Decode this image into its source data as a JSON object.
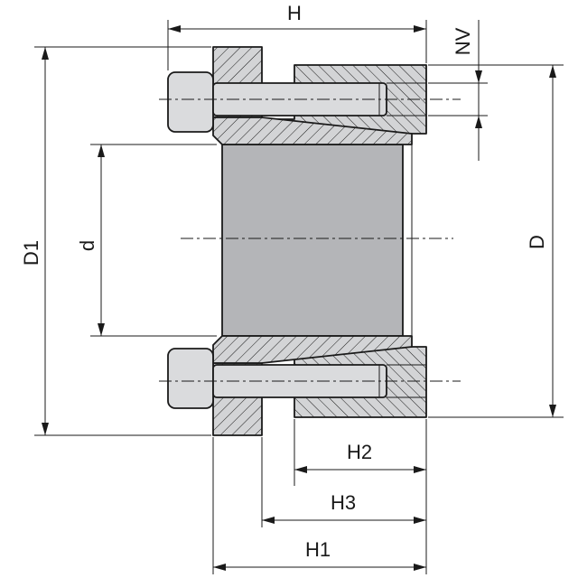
{
  "drawing": {
    "dimensions": {
      "h": "H",
      "nv": "NV",
      "d1": "D1",
      "d_bore": "d",
      "d_outer": "D",
      "h2": "H2",
      "h3": "H3",
      "h1": "H1"
    },
    "colors": {
      "line": "#1a1a1a",
      "steel": "#d3d4d6",
      "bore": "#b4b5b8",
      "background": "#ffffff"
    }
  }
}
